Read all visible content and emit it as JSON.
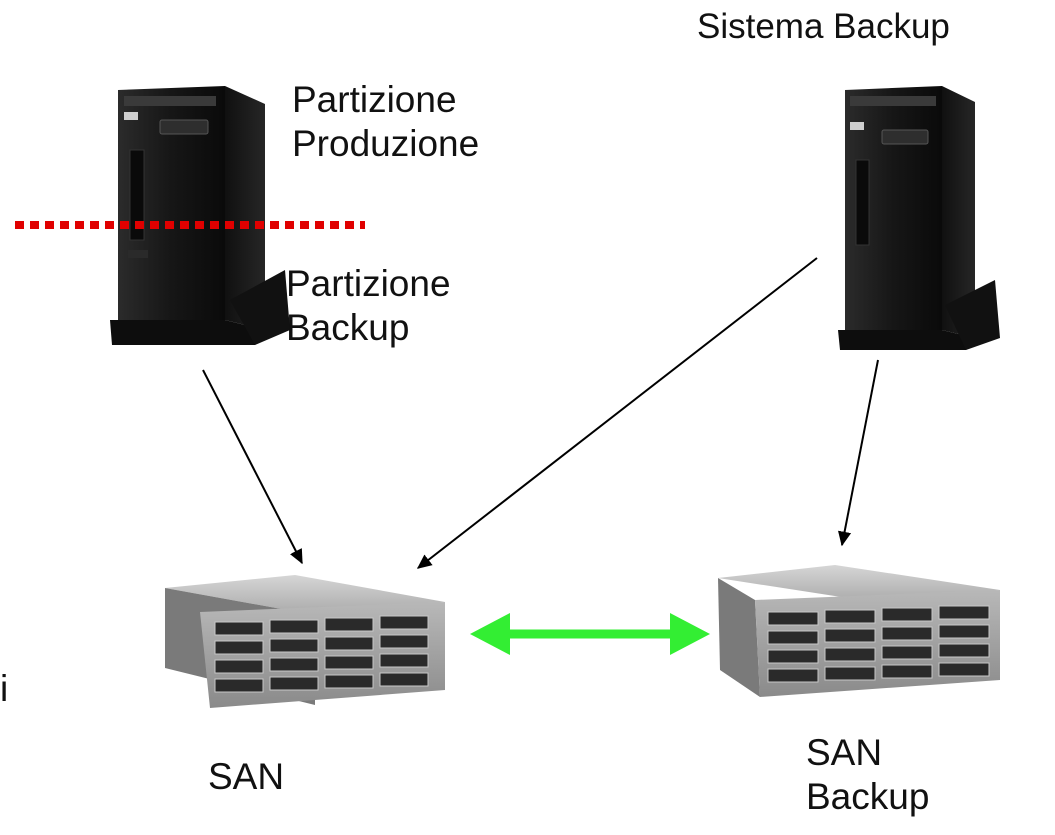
{
  "labels": {
    "sistema_backup": "Sistema Backup",
    "partizione_produzione": "Partizione\nProduzione",
    "partizione_backup": "Partizione\nBackup",
    "san": "SAN",
    "san_backup": "SAN\nBackup",
    "edge_fragment": "i"
  },
  "colors": {
    "partition_divider": "#e00000",
    "replication_arrow": "#33ee33",
    "connection_arrow": "#000000",
    "server_body": "#1c1c1c",
    "storage_body": "#9a9a9a"
  },
  "icons": {
    "production_server": "tower-server-icon",
    "backup_server": "tower-server-icon",
    "san_storage": "disk-array-icon",
    "san_backup_storage": "disk-array-icon"
  }
}
